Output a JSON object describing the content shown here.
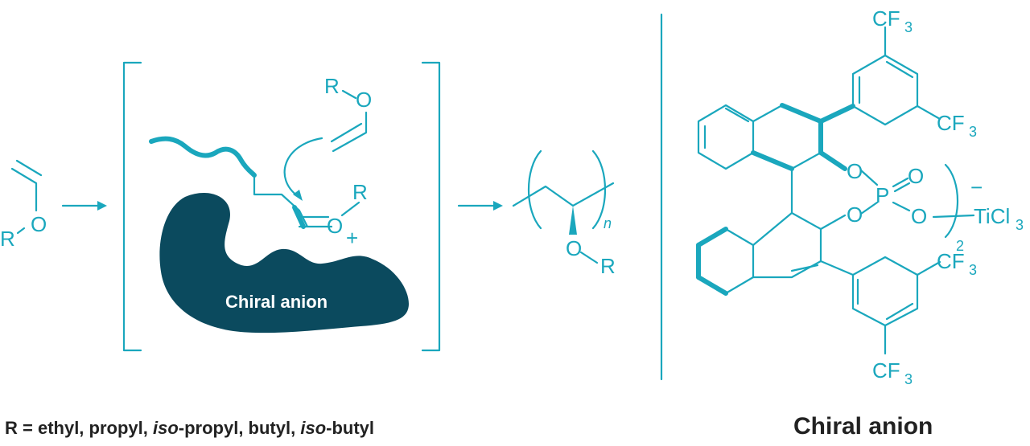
{
  "colors": {
    "teal": "#1aa7bd",
    "anion_blob": "#0b4a5e",
    "caption": "#222222"
  },
  "monomer": {
    "r": "R",
    "o": "O"
  },
  "ion_pair": {
    "incoming_r": "R",
    "incoming_o": "O",
    "cation_r": "R",
    "cation_o": "O",
    "cation_charge": "+",
    "anion_label": "Chiral anion"
  },
  "polymer": {
    "o": "O",
    "r": "R",
    "repeat": "n"
  },
  "catalyst": {
    "cf3_1": "CF",
    "cf3_2": "CF",
    "cf3_3": "CF",
    "cf3_4": "CF",
    "cf3_sub": "3",
    "o1": "O",
    "o2": "O",
    "o3": "O",
    "o_double": "O",
    "p": "P",
    "charge": "−",
    "metal": "TiCl",
    "metal_sub": "3",
    "count": "2"
  },
  "captions": {
    "r_def_1": "R = ethyl, propyl, ",
    "iso_1": "iso",
    "r_def_2": "-propyl, butyl, ",
    "iso_2": "iso",
    "r_def_3": "-butyl",
    "anion": "Chiral anion"
  }
}
